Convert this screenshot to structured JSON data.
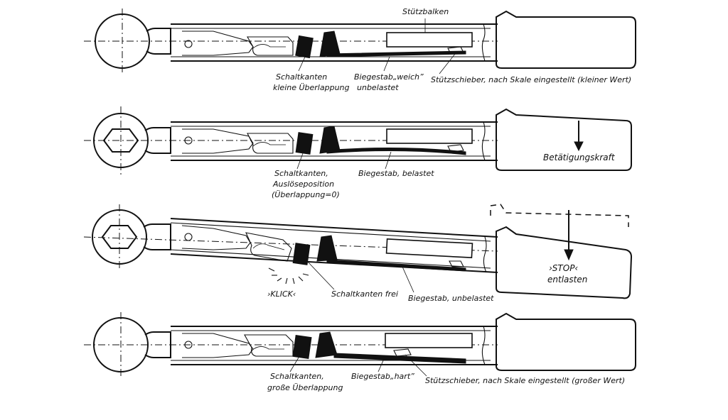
{
  "labels": {
    "stuetzbalken": "Stützbalken",
    "p1_schaltkanten_1": "Schaltkanten",
    "p1_schaltkanten_2": "kleine Überlappung",
    "p1_biegestab_1": "Biegestab„weich”",
    "p1_biegestab_2": "unbelastet",
    "p1_stuetzschieber": "Stützschieber, nach Skale eingestellt (kleiner Wert)",
    "p2_schaltkanten_1": "Schaltkanten,",
    "p2_schaltkanten_2": "Auslöseposition",
    "p2_schaltkanten_3": "(Überlappung=0)",
    "p2_biegestab": "Biegestab, belastet",
    "p2_kraft": "Betätigungskraft",
    "p3_klick": "›KLICK‹",
    "p3_schaltkanten": "Schaltkanten frei",
    "p3_biegestab": "Biegestab, unbelastet",
    "p3_stop_1": "›STOP‹",
    "p3_stop_2": "entlasten",
    "p4_schaltkanten_1": "Schaltkanten,",
    "p4_schaltkanten_2": "große Überlappung",
    "p4_biegestab": "Biegestab„hart”",
    "p4_stuetzschieber": "Stützschieber, nach Skale eingestellt (großer Wert)"
  }
}
